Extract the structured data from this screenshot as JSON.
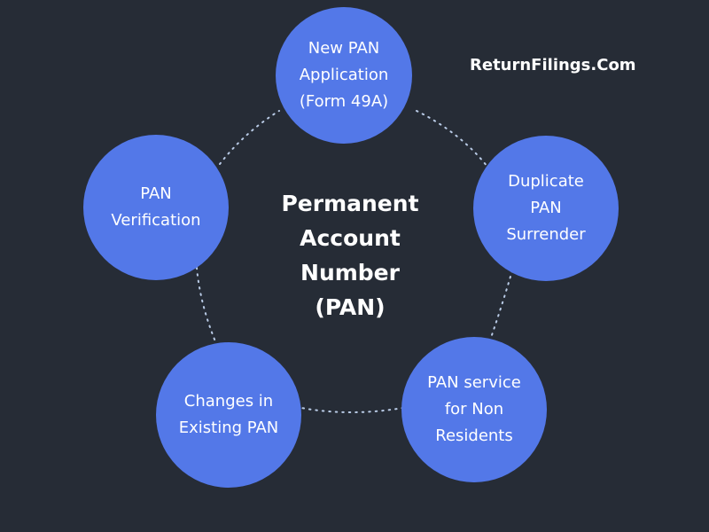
{
  "brand": "ReturnFilings.Com",
  "center": {
    "lines": [
      "Permanent",
      "Account",
      "Number",
      "(PAN)"
    ]
  },
  "nodes": [
    {
      "lines": [
        "New PAN",
        "Application",
        "(Form 49A)"
      ]
    },
    {
      "lines": [
        "Duplicate",
        "PAN",
        "Surrender"
      ]
    },
    {
      "lines": [
        "PAN service",
        "for Non",
        "Residents"
      ]
    },
    {
      "lines": [
        "Changes in",
        "Existing PAN"
      ]
    },
    {
      "lines": [
        "PAN",
        "Verification"
      ]
    }
  ],
  "colors": {
    "background": "#262c36",
    "node_fill": "#5378e8",
    "text": "#ffffff",
    "connector": "#b9cbe6"
  }
}
